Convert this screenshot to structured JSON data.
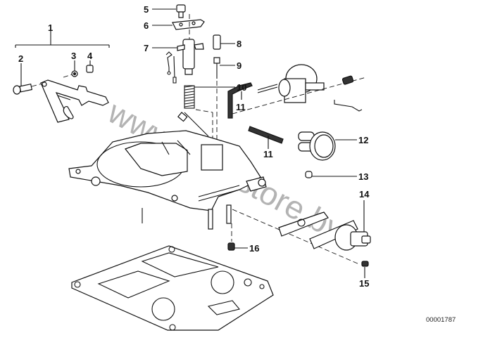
{
  "diagram": {
    "title": "Carburetor upper housing parts diagram",
    "reference_number": "00001787",
    "watermark": "www.bmwstore.by",
    "callouts": [
      {
        "number": "1",
        "part": "bracket-assembly"
      },
      {
        "number": "2",
        "part": "bolt"
      },
      {
        "number": "3",
        "part": "washer"
      },
      {
        "number": "4",
        "part": "nut"
      },
      {
        "number": "5",
        "part": "screw"
      },
      {
        "number": "6",
        "part": "plate"
      },
      {
        "number": "7",
        "part": "pump-piston"
      },
      {
        "number": "8",
        "part": "jet"
      },
      {
        "number": "9",
        "part": "needle"
      },
      {
        "number": "10",
        "part": "spring"
      },
      {
        "number": "11",
        "part": "hose"
      },
      {
        "number": "11",
        "part": "rod"
      },
      {
        "number": "12",
        "part": "cap"
      },
      {
        "number": "13",
        "part": "plug"
      },
      {
        "number": "14",
        "part": "sensor"
      },
      {
        "number": "15",
        "part": "screw"
      },
      {
        "number": "16",
        "part": "screw"
      }
    ]
  }
}
